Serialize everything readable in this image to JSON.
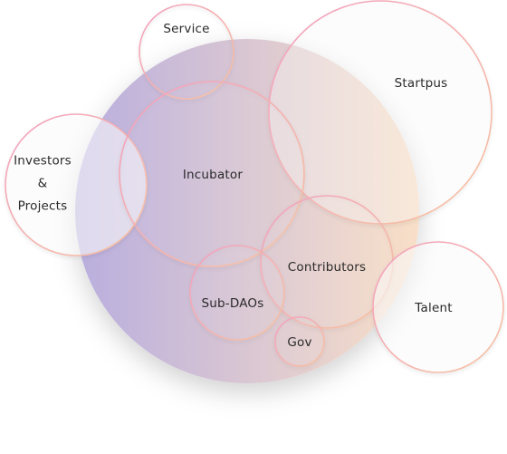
{
  "nodes": {
    "service": {
      "label": "Service"
    },
    "startups": {
      "label": "Startpus"
    },
    "investors": {
      "lines": [
        "Investors",
        "&",
        "Projects"
      ]
    },
    "incubator": {
      "label": "Incubator"
    },
    "contributors": {
      "label": "Contributors"
    },
    "talent": {
      "label": "Talent"
    },
    "sub_daos": {
      "label": "Sub-DAOs"
    },
    "gov": {
      "label": "Gov"
    }
  },
  "colors": {
    "main_gradient_start": "#b9aede",
    "main_gradient_end": "#f9dfc7",
    "ring_pink": "#f3a0c0",
    "ring_orange": "#f6c3a0",
    "label_text": "#2a2a2a"
  }
}
